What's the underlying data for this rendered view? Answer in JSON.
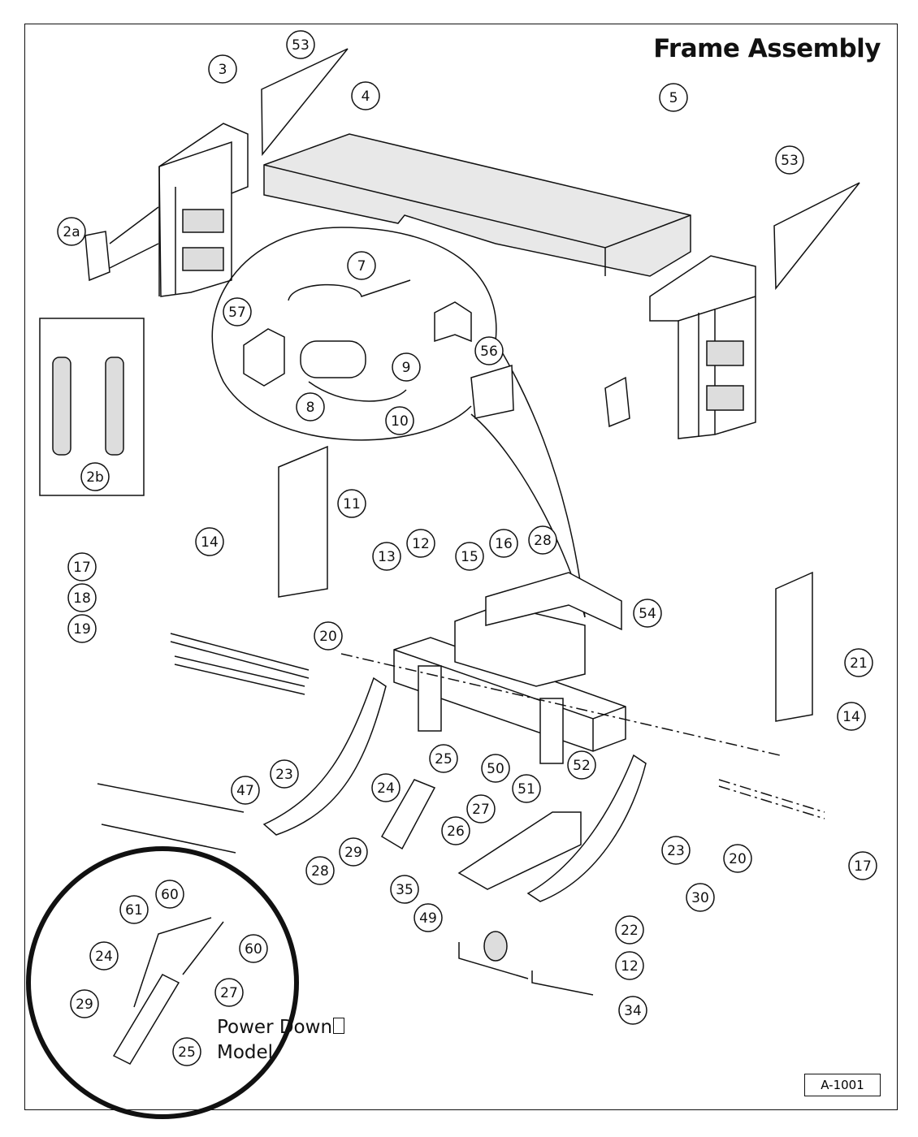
{
  "title": "Frame Assembly",
  "document_number": "A-1001",
  "inset_label": {
    "line1": "Power Down",
    "line2": "Model"
  },
  "callouts": [
    "53",
    "3",
    "4",
    "5",
    "53",
    "2a",
    "7",
    "57",
    "9",
    "56",
    "8",
    "10",
    "2b",
    "11",
    "14",
    "17",
    "12",
    "16",
    "28",
    "13",
    "15",
    "18",
    "19",
    "20",
    "54",
    "21",
    "14",
    "25",
    "50",
    "52",
    "23",
    "24",
    "47",
    "51",
    "27",
    "26",
    "29",
    "28",
    "23",
    "20",
    "17",
    "35",
    "30",
    "49",
    "22",
    "12",
    "34",
    "60",
    "61",
    "60",
    "24",
    "27",
    "29",
    "25"
  ]
}
